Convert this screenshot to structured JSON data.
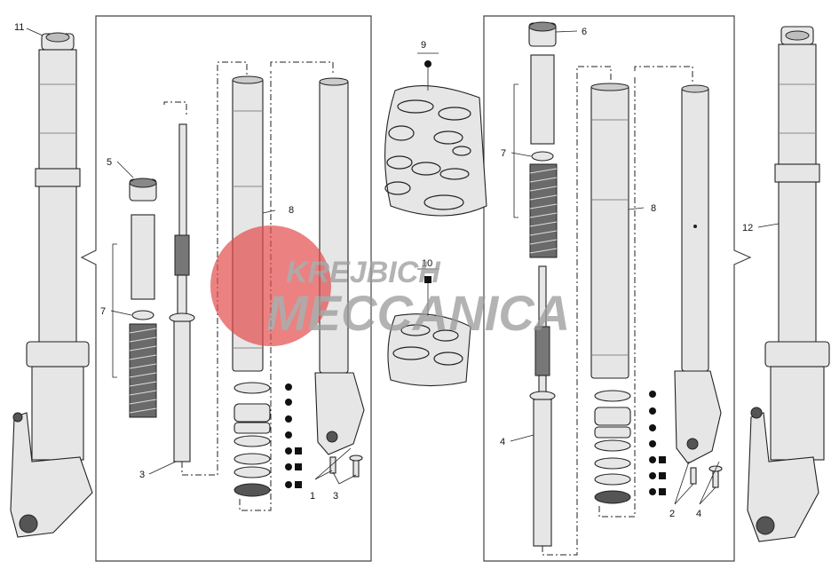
{
  "callouts": {
    "c1": "1",
    "c2": "2",
    "c3a": "3",
    "c3b": "3",
    "c4a": "4",
    "c4b": "4",
    "c5": "5",
    "c6": "6",
    "c7a": "7",
    "c7b": "7",
    "c8a": "8",
    "c8b": "8",
    "c9": "9",
    "c10": "10",
    "c11": "11",
    "c12": "12"
  },
  "watermark": {
    "line1": "KREJBICH",
    "line2": "MECCANICA"
  },
  "colors": {
    "watermark_red": "#e24a4a",
    "watermark_gray": "#9a9a9a",
    "line": "#222222"
  }
}
